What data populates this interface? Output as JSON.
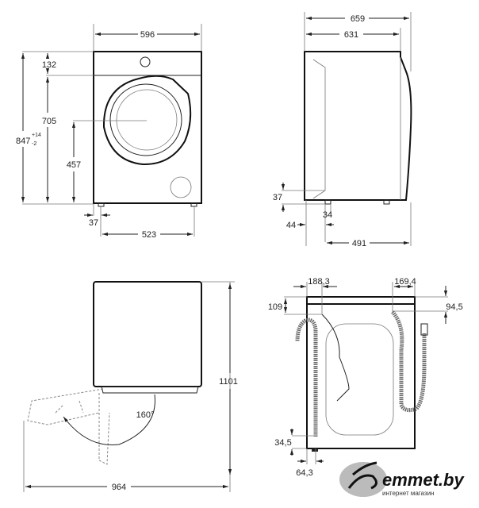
{
  "front_view": {
    "width": "596",
    "top_panel": "132",
    "door_height": "705",
    "total_height": "847",
    "height_tol_plus": "+14",
    "height_tol_minus": "-2",
    "door_center": "457",
    "foot_offset": "37",
    "foot_spacing": "523"
  },
  "side_view": {
    "depth_total": "659",
    "depth_body": "631",
    "foot_height": "37",
    "foot_width": "34",
    "foot_offset": "44",
    "foot_spacing": "491"
  },
  "top_view": {
    "height_total": "1101",
    "door_angle": "160°",
    "depth_open": "964"
  },
  "rear_view": {
    "power_offset": "188,3",
    "inlet_offset": "169,4",
    "power_top": "109",
    "inlet_top": "94,5",
    "drain_bottom": "34,5",
    "drain_side": "64,3"
  },
  "logo": {
    "brand": "emmet.by",
    "tagline": "интернет магазин"
  }
}
